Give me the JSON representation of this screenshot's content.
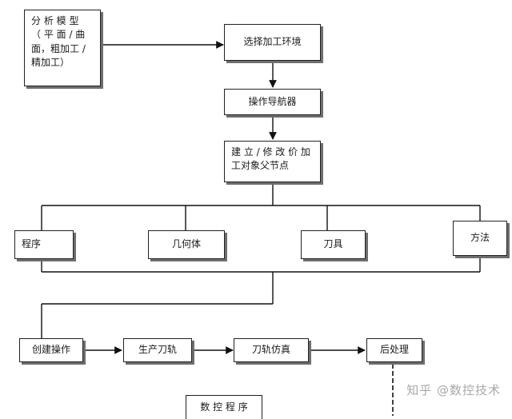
{
  "nodes": {
    "analysis": {
      "lines": [
        "分 析 模 型",
        "（ 平 面 / 曲",
        "面，粗加工 /",
        "精加工）"
      ]
    },
    "select_env": "选择加工环境",
    "navigator": "操作导航器",
    "parent_node": {
      "lines": [
        "建 立 / 修 改 价 加",
        "工对象父节点"
      ]
    },
    "program": "程序",
    "geometry": "几何体",
    "tool": "刀具",
    "method": "方法",
    "create_op": "创建操作",
    "gen_path": "生产刀轨",
    "sim": "刀轨仿真",
    "post": "后处理",
    "nc_program": "数 控 程 序"
  },
  "watermark": "知乎 @数控技术",
  "colors": {
    "line": "#111111",
    "shadow": "#6e6e6e",
    "watermark": "#a8a8a8"
  }
}
